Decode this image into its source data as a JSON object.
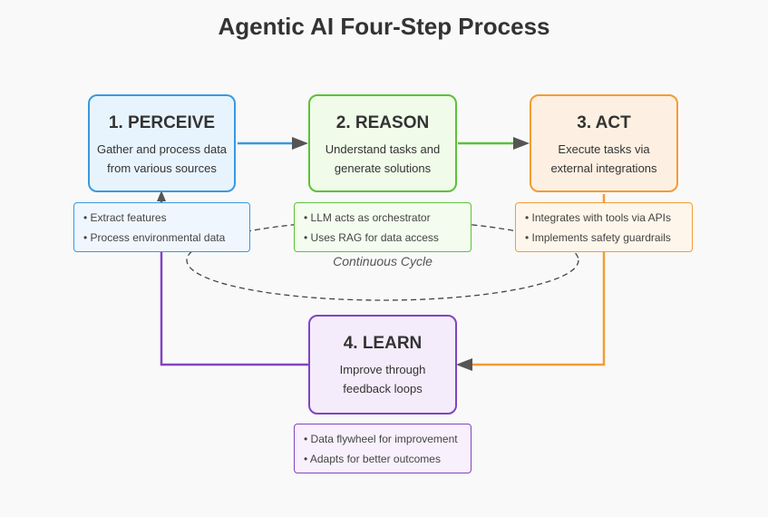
{
  "title": "Agentic AI Four-Step Process",
  "steps": [
    {
      "heading": "1. PERCEIVE",
      "desc": [
        "Gather and process data",
        "from various sources"
      ],
      "notes": [
        "• Extract features",
        "• Process environmental data"
      ],
      "color": "#3a99e0",
      "fill": "#e8f4fd",
      "note_fill": "#f0f6fe"
    },
    {
      "heading": "2. REASON",
      "desc": [
        "Understand tasks and",
        "generate solutions"
      ],
      "notes": [
        "• LLM acts as orchestrator",
        "• Uses RAG for data access"
      ],
      "color": "#5cc13a",
      "fill": "#f0fbe9",
      "note_fill": "#f4fcef"
    },
    {
      "heading": "3. ACT",
      "desc": [
        "Execute tasks via",
        "external integrations"
      ],
      "notes": [
        "• Integrates with tools via APIs",
        "• Implements safety guardrails"
      ],
      "color": "#f39c34",
      "fill": "#fdf0e2",
      "note_fill": "#fef6ea"
    },
    {
      "heading": "4. LEARN",
      "desc": [
        "Improve through",
        "feedback loops"
      ],
      "notes": [
        "• Data flywheel for improvement",
        "• Adapts for better outcomes"
      ],
      "color": "#8244c2",
      "fill": "#f4ecfb",
      "note_fill": "#f8f1fd"
    }
  ],
  "cycle_label": "Continuous Cycle",
  "colors": {
    "arrow": "#555555",
    "ellipse": "#444444"
  }
}
